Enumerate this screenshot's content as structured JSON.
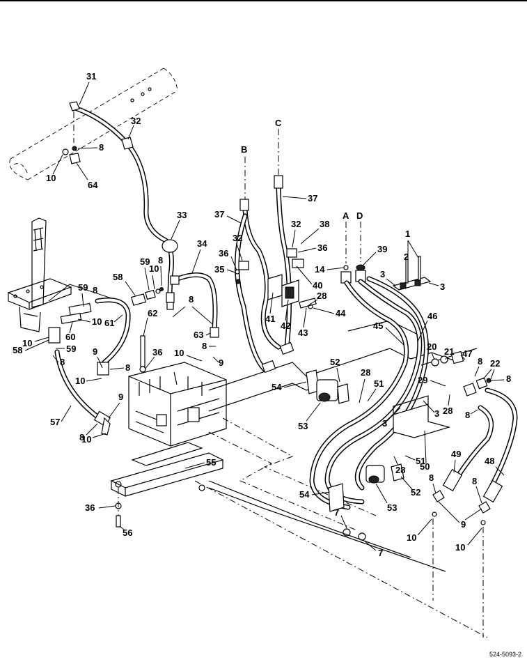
{
  "figure": {
    "id": "524-5093-2",
    "connectors": [
      "A",
      "B",
      "C",
      "D"
    ],
    "callouts": [
      {
        "n": "1"
      },
      {
        "n": "2"
      },
      {
        "n": "3"
      },
      {
        "n": "3"
      },
      {
        "n": "3"
      },
      {
        "n": "3"
      },
      {
        "n": "7"
      },
      {
        "n": "7"
      },
      {
        "n": "8"
      },
      {
        "n": "8"
      },
      {
        "n": "8"
      },
      {
        "n": "8"
      },
      {
        "n": "8"
      },
      {
        "n": "8"
      },
      {
        "n": "8"
      },
      {
        "n": "8"
      },
      {
        "n": "8"
      },
      {
        "n": "8"
      },
      {
        "n": "8"
      },
      {
        "n": "8"
      },
      {
        "n": "9"
      },
      {
        "n": "9"
      },
      {
        "n": "9"
      },
      {
        "n": "9"
      },
      {
        "n": "10"
      },
      {
        "n": "10"
      },
      {
        "n": "10"
      },
      {
        "n": "10"
      },
      {
        "n": "10"
      },
      {
        "n": "10"
      },
      {
        "n": "10"
      },
      {
        "n": "10"
      },
      {
        "n": "10"
      },
      {
        "n": "14"
      },
      {
        "n": "20"
      },
      {
        "n": "21"
      },
      {
        "n": "22"
      },
      {
        "n": "28"
      },
      {
        "n": "28"
      },
      {
        "n": "28"
      },
      {
        "n": "28"
      },
      {
        "n": "29"
      },
      {
        "n": "31"
      },
      {
        "n": "32"
      },
      {
        "n": "32"
      },
      {
        "n": "32"
      },
      {
        "n": "33"
      },
      {
        "n": "34"
      },
      {
        "n": "35"
      },
      {
        "n": "36"
      },
      {
        "n": "36"
      },
      {
        "n": "36"
      },
      {
        "n": "36"
      },
      {
        "n": "37"
      },
      {
        "n": "37"
      },
      {
        "n": "38"
      },
      {
        "n": "39"
      },
      {
        "n": "40"
      },
      {
        "n": "41"
      },
      {
        "n": "42"
      },
      {
        "n": "43"
      },
      {
        "n": "44"
      },
      {
        "n": "45"
      },
      {
        "n": "46"
      },
      {
        "n": "47"
      },
      {
        "n": "48"
      },
      {
        "n": "49"
      },
      {
        "n": "50"
      },
      {
        "n": "51"
      },
      {
        "n": "51"
      },
      {
        "n": "52"
      },
      {
        "n": "52"
      },
      {
        "n": "53"
      },
      {
        "n": "53"
      },
      {
        "n": "54"
      },
      {
        "n": "54"
      },
      {
        "n": "55"
      },
      {
        "n": "56"
      },
      {
        "n": "57"
      },
      {
        "n": "58"
      },
      {
        "n": "58"
      },
      {
        "n": "59"
      },
      {
        "n": "59"
      },
      {
        "n": "59"
      },
      {
        "n": "60"
      },
      {
        "n": "61"
      },
      {
        "n": "62"
      },
      {
        "n": "63"
      },
      {
        "n": "64"
      }
    ]
  }
}
